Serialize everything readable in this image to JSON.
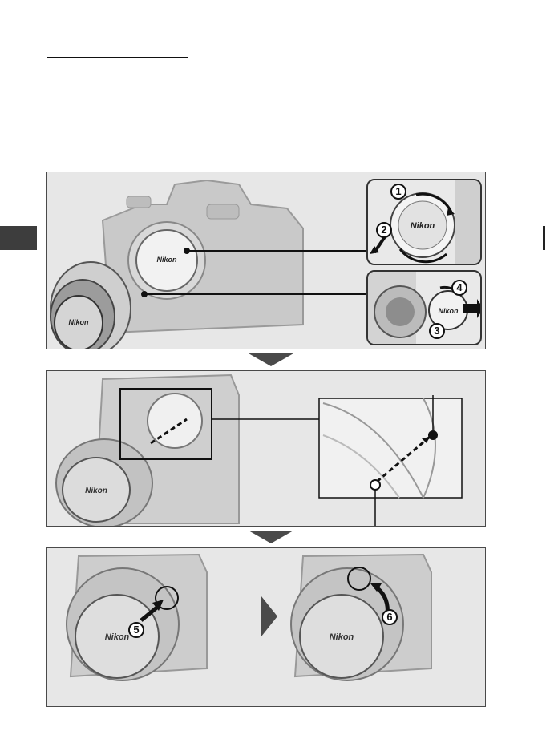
{
  "page": {
    "background": "#ffffff",
    "accent": "#3d3d3d"
  },
  "steps": {
    "s1": "1",
    "s2": "2",
    "s3": "3",
    "s4": "4",
    "s5": "5",
    "s6": "6"
  },
  "brand": {
    "body_cap": "Nikon",
    "lens_cap": "Nikon",
    "camera": "Nikon"
  },
  "icons": {
    "rotate": "rotate-arrow-icon",
    "remove": "remove-arrow-icon",
    "align": "alignment-arrow-icon",
    "proceed": "proceed-triangle-icon"
  }
}
